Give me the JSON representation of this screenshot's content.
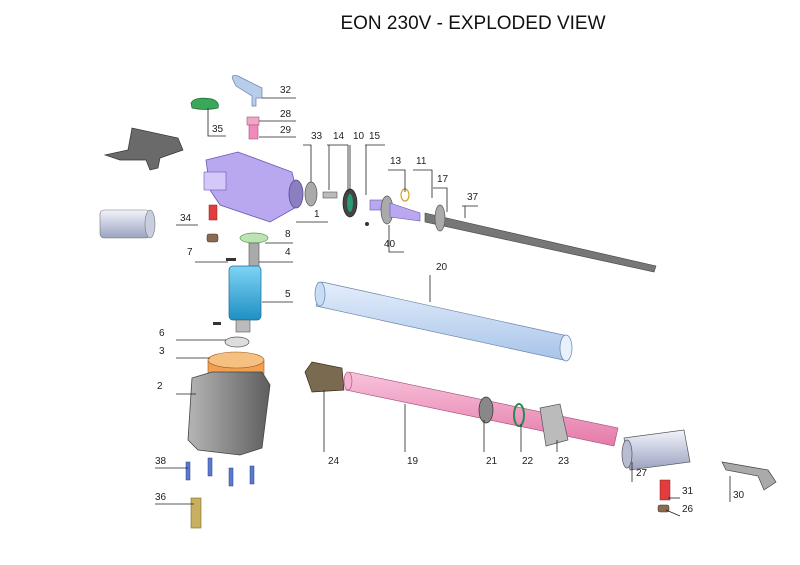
{
  "title": "EON 230V - EXPLODED VIEW",
  "callouts": {
    "p1": "1",
    "p2": "2",
    "p3": "3",
    "p4": "4",
    "p5": "5",
    "p6": "6",
    "p7": "7",
    "p8": "8",
    "p10": "10",
    "p11": "11",
    "p13": "13",
    "p14": "14",
    "p15": "15",
    "p17": "17",
    "p19": "19",
    "p20": "20",
    "p21": "21",
    "p22": "22",
    "p23": "23",
    "p24": "24",
    "p26": "26",
    "p27": "27",
    "p28": "28",
    "p29": "29",
    "p30": "30",
    "p31": "31",
    "p32": "32",
    "p33": "33",
    "p34": "34",
    "p35": "35",
    "p36": "36",
    "p37": "37",
    "p38": "38",
    "p40": "40"
  },
  "colors": {
    "housing": "#b9a7f0",
    "motor": "#3fb8e6",
    "tube": "#c8dcf5",
    "pink_tube": "#f19ac0",
    "orange": "#f0a050",
    "green": "#3aa85a",
    "key": "#b8cdea",
    "grey": "#8a8a8a"
  }
}
